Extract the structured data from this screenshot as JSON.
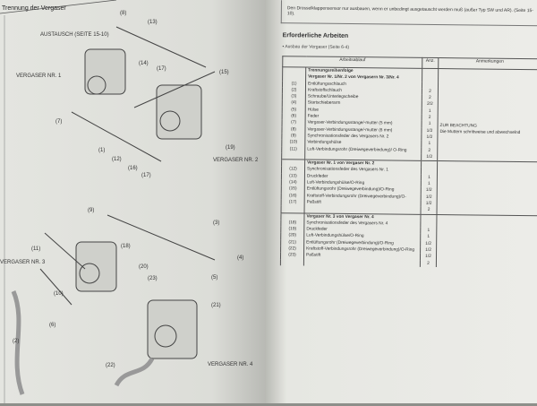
{
  "left_page": {
    "title": "Trennung der Vergaser",
    "labels": {
      "austausch": "AUSTAUSCH (SEITE 15-10)",
      "v1": "VERGASER NR. 1",
      "v2": "VERGASER NR. 2",
      "v3": "VERGASER NR. 3",
      "v4": "VERGASER NR. 4",
      "n8": "(8)",
      "n13": "(13)",
      "n14": "(14)",
      "n17a": "(17)",
      "n15": "(15)",
      "n7": "(7)",
      "n1": "(1)",
      "n12": "(12)",
      "n16": "(16)",
      "n17b": "(17)",
      "n19": "(19)",
      "n3": "(3)",
      "n4": "(4)",
      "n5": "(5)",
      "n21": "(21)",
      "n22": "(22)",
      "n23": "(23)",
      "n20": "(20)",
      "n18": "(18)",
      "n10": "(10)",
      "n11": "(11)",
      "n9": "(9)",
      "n6": "(6)",
      "n2": "(2)"
    }
  },
  "right_page": {
    "note": "Den Drosselklappensensor nur ausbauen, wenn er unbedingt ausgetauscht werden muß (außer Typ SW und AR). (Seite 15-10).",
    "heading": "Erforderliche Arbeiten",
    "bullet": "Ausbau der Vergaser (Seite 6-4)",
    "table": {
      "headers": [
        "Arbeitsablauf",
        "Anz.",
        "Anmerkungen"
      ],
      "groups": [
        {
          "title": "Trennungsreihenfolge",
          "subtitle": "Vergaser Nr. 1/Nr. 2 von Vergasern Nr. 3/Nr. 4",
          "rows": [
            [
              "(1)",
              "Entlüftungsschlauch",
              ""
            ],
            [
              "(2)",
              "Kraftstoffschlauch",
              "2"
            ],
            [
              "(3)",
              "Schraube/Unterlegscheibe",
              "2"
            ],
            [
              "(4)",
              "Startschieberarm",
              "2/2"
            ],
            [
              "(5)",
              "Hülse",
              "1"
            ],
            [
              "(6)",
              "Feder",
              "2"
            ],
            [
              "(7)",
              "Vergaser-Verbindungsstange/-mutter (5 mm)",
              "1"
            ],
            [
              "(8)",
              "Vergaser-Verbindungsstange/-mutter (6 mm)",
              "1/2"
            ],
            [
              "(9)",
              "Synchronisationsfeder des Vergasers Nr. 2",
              "1/2"
            ],
            [
              "(10)",
              "Verbindungshülse",
              "1"
            ],
            [
              "(11)",
              "Luft-Verbindungsrohr (Dreiwegeverbindung)/ O-Ring",
              "2"
            ]
          ],
          "last_qty": "1/2",
          "remark_title": "ZUR BEACHTUNG",
          "remark": "Die Muttern schrittweise und abwechselnd"
        },
        {
          "subtitle": "Vergaser Nr. 1 von Vergaser Nr. 2",
          "rows": [
            [
              "(12)",
              "Synchronisationsfeder des Vergasers Nr. 1",
              ""
            ],
            [
              "(13)",
              "Druckfeder",
              "1"
            ],
            [
              "(14)",
              "Luft-Verbindungshülse/O-Ring",
              "1"
            ],
            [
              "(15)",
              "Entlüftungsrohr (Dreiwegeverbindung)/O-Ring",
              "1/2"
            ],
            [
              "(16)",
              "Kraftstoff-Verbindungsrohr (Dreiwegeverbindung)/O-",
              "1/2"
            ],
            [
              "(17)",
              "Paßstift",
              "1/2"
            ]
          ],
          "last_qty": "2"
        },
        {
          "subtitle": "Vergaser Nr. 3 von Vergaser Nr. 4",
          "rows": [
            [
              "(18)",
              "Synchronisationsfeder des Vergasers Nr. 4",
              ""
            ],
            [
              "(19)",
              "Druckfeder",
              "1"
            ],
            [
              "(20)",
              "Luft-Verbindungshülse/O-Ring",
              "1"
            ],
            [
              "(21)",
              "Entlüftungsrohr (Dreiwegeverbindung)/O-Ring",
              "1/2"
            ],
            [
              "(22)",
              "Kraftstoff-Verbindungsrohr (Dreiwegeverbindung)/O-Ring",
              "1/2"
            ],
            [
              "(23)",
              "Paßstift",
              "1/2"
            ]
          ],
          "last_qty": "2"
        }
      ]
    }
  }
}
